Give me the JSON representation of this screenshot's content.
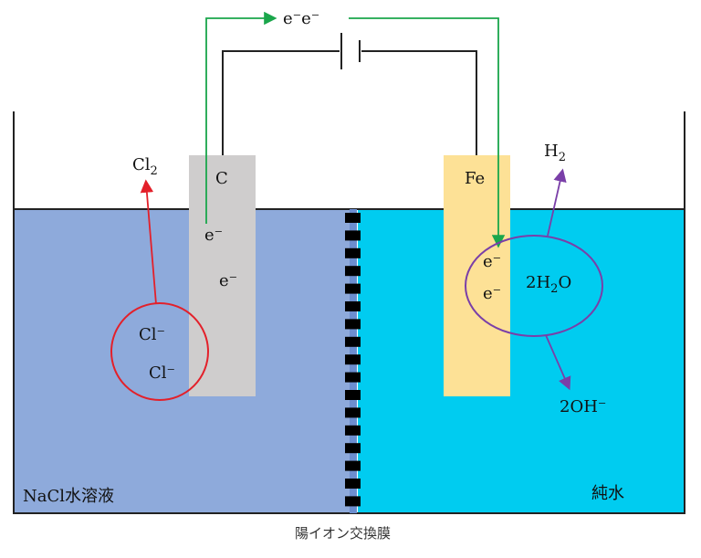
{
  "wire": {
    "electron_flow": "e⁻e⁻",
    "electron_color": "#1aa64b",
    "wire_color": "#222222"
  },
  "left_cell": {
    "solution_label": "NaCl水溶液",
    "solution_color": "#8eaadb",
    "electrode_label": "C",
    "electrode_color": "#cfcdcd",
    "electron_1": "e⁻",
    "electron_2": "e⁻",
    "ion_1": "Cl⁻",
    "ion_2": "Cl⁻",
    "ion_circle_color": "#e3202a",
    "gas": "Cl",
    "gas_sub": "2"
  },
  "right_cell": {
    "solution_label": "純水",
    "solution_color": "#00ccf0",
    "electrode_label": "Fe",
    "electrode_color": "#fde196",
    "electron_1": "e⁻",
    "electron_2": "e⁻",
    "water": "2H",
    "water_sub": "2",
    "water_tail": "O",
    "gas": "H",
    "gas_sub": "2",
    "hydroxide": "2OH⁻",
    "reaction_color": "#7a3fa8"
  },
  "membrane": {
    "caption": "陽イオン交換膜"
  }
}
